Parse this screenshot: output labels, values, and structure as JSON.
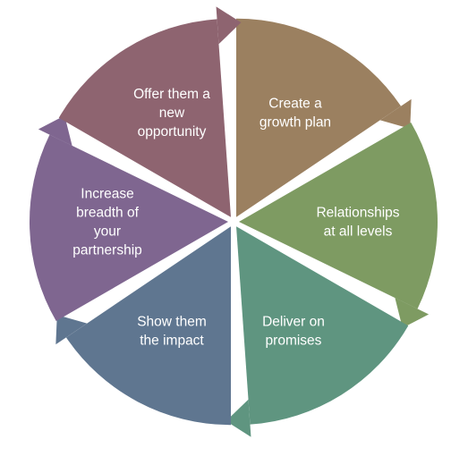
{
  "diagram": {
    "segments": [
      {
        "id": "growth-plan",
        "lines": [
          "Create a",
          "growth plan"
        ],
        "color": "#9B8060"
      },
      {
        "id": "relationships",
        "lines": [
          "Relationships",
          "at all levels"
        ],
        "color": "#7E9B62"
      },
      {
        "id": "deliver",
        "lines": [
          "Deliver on",
          "promises"
        ],
        "color": "#5F9580"
      },
      {
        "id": "impact",
        "lines": [
          "Show them",
          "the impact"
        ],
        "color": "#5F7690"
      },
      {
        "id": "breadth",
        "lines": [
          "Increase",
          "breadth of",
          "your",
          "partnership"
        ],
        "color": "#7F6690"
      },
      {
        "id": "opportunity",
        "lines": [
          "Offer them a",
          "new",
          "opportunity"
        ],
        "color": "#8E6470"
      }
    ]
  }
}
